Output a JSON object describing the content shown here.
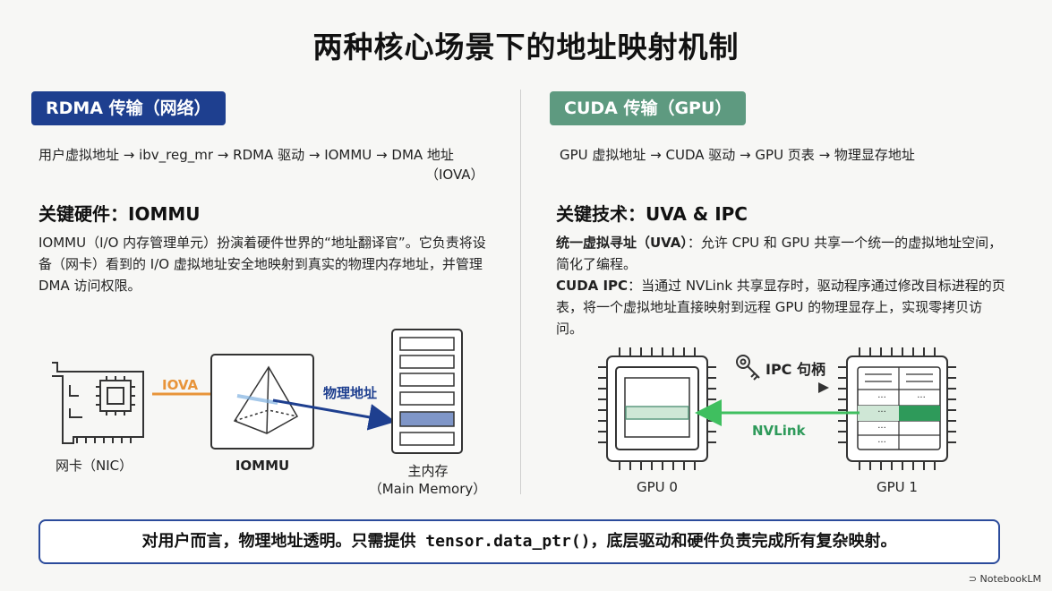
{
  "title": "两种核心场景下的地址映射机制",
  "rdma": {
    "badge": "RDMA 传输（网络）",
    "flow": "用户虚拟地址 → ibv_reg_mr → RDMA 驱动 → IOMMU → DMA 地址",
    "flow_sub": "（IOVA）",
    "key_title": "关键硬件：IOMMU",
    "desc": "IOMMU（I/O 内存管理单元）扮演着硬件世界的“地址翻译官”。它负责将设备（网卡）看到的 I/O 虚拟地址安全地映射到真实的物理内存地址，并管理 DMA 访问权限。",
    "iova_label": "IOVA",
    "phys_label": "物理地址",
    "nic_label": "网卡（NIC）",
    "iommu_label": "IOMMU",
    "mem_label": "主内存",
    "mem_label_en": "（Main Memory）"
  },
  "cuda": {
    "badge": "CUDA 传输（GPU）",
    "flow": "GPU 虚拟地址 → CUDA 驱动 → GPU 页表 → 物理显存地址",
    "key_title": "关键技术：UVA & IPC",
    "uva_term": "统一虚拟寻址（UVA）",
    "uva_text": "：允许 CPU 和 GPU 共享一个统一的虚拟地址空间，简化了编程。",
    "ipc_term": "CUDA IPC",
    "ipc_text": "：当通过 NVLink 共享显存时，驱动程序通过修改目标进程的页表，将一个虚拟地址直接映射到远程 GPU 的物理显存上，实现零拷贝访问。",
    "ipc_handle": "IPC 句柄",
    "nvlink": "NVLink",
    "gpu0": "GPU 0",
    "gpu1": "GPU 1",
    "dots": "..."
  },
  "bottom": {
    "prefix": "对用户而言，物理地址透明。只需提供",
    "code": " tensor.data_ptr()",
    "suffix": "，底层驱动和硬件负责完成所有复杂映射。"
  },
  "brand": "NotebookLM",
  "colors": {
    "rdma_blue": "#1e3f8f",
    "cuda_green": "#5e9a80",
    "iova_orange": "#e8943a",
    "nvlink_green": "#3fbf5f",
    "memory_highlight": "#7f96c8"
  }
}
